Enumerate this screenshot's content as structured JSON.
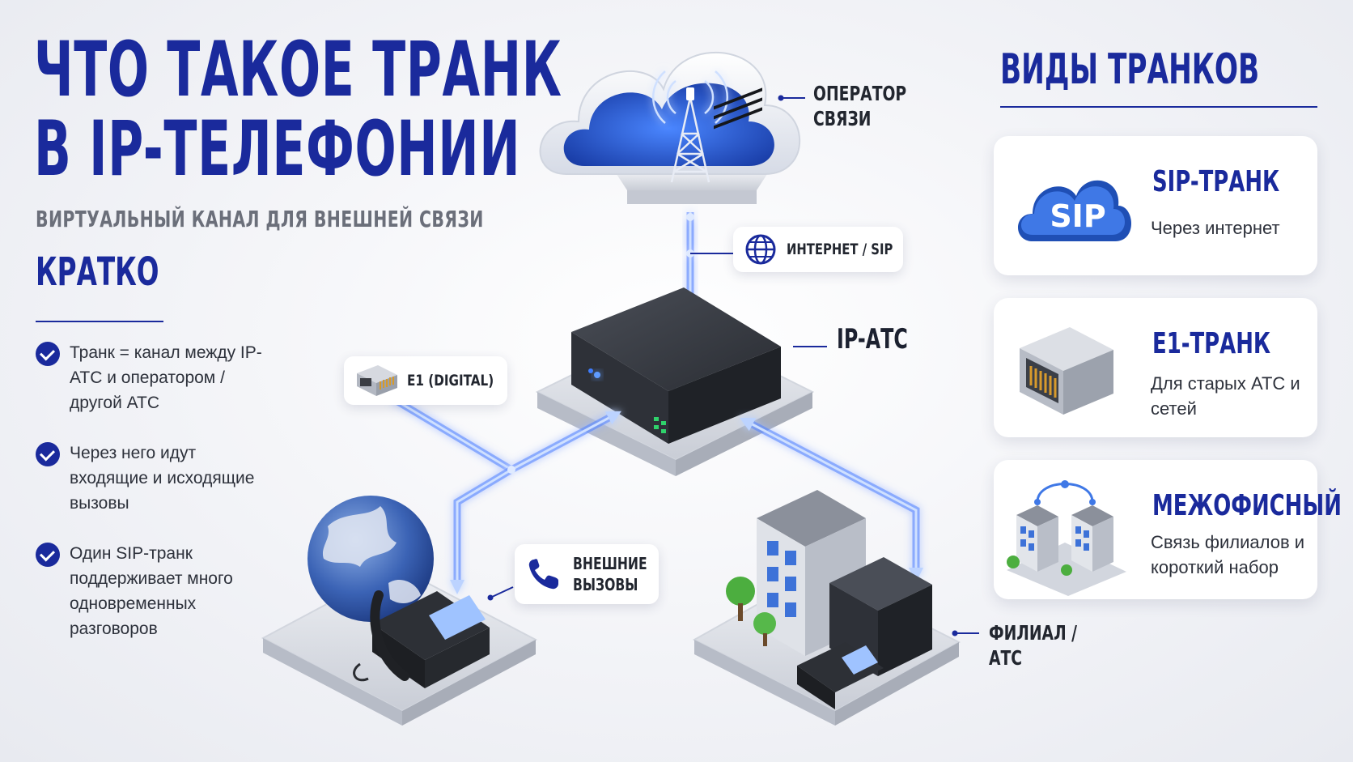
{
  "header": {
    "title_line1": "ЧТО ТАКОЕ ТРАНК",
    "title_line2": "В IP-ТЕЛЕФОНИИ",
    "subtitle": "ВИРТУАЛЬНЫЙ КАНАЛ ДЛЯ ВНЕШНЕЙ СВЯЗИ"
  },
  "summary": {
    "heading": "КРАТКО",
    "items": [
      "Транк = канал между IP-АТС и оператором / другой АТС",
      "Через него идут входящие и исходящие вызовы",
      "Один SIP-транк поддерживает много одновременных разговоров"
    ]
  },
  "diagram": {
    "operator_line1": "ОПЕРАТОР",
    "operator_line2": "СВЯЗИ",
    "internet_label": "ИНТЕРНЕТ / SIP",
    "pbx_label": "IP-АТС",
    "e1_label": "E1 (DIGITAL)",
    "calls_line1": "ВНЕШНИЕ",
    "calls_line2": "ВЫЗОВЫ",
    "branch_line1": "ФИЛИАЛ /",
    "branch_line2": "АТС",
    "cloud_icon_text": "SIP"
  },
  "types": {
    "heading": "ВИДЫ ТРАНКОВ",
    "cards": [
      {
        "title": "SIP-ТРАНК",
        "desc": "Через интернет",
        "icon": "sip-cloud-icon"
      },
      {
        "title": "E1-ТРАНК",
        "desc": "Для старых АТС и сетей",
        "icon": "rj-connector-icon"
      },
      {
        "title": "МЕЖОФИСНЫЙ",
        "desc": "Связь филиалов и короткий набор",
        "icon": "office-buildings-icon"
      }
    ]
  },
  "colors": {
    "brand_blue": "#1a2a9c",
    "glow_blue": "#2f6bff",
    "text_gray": "#6b6f7a"
  }
}
